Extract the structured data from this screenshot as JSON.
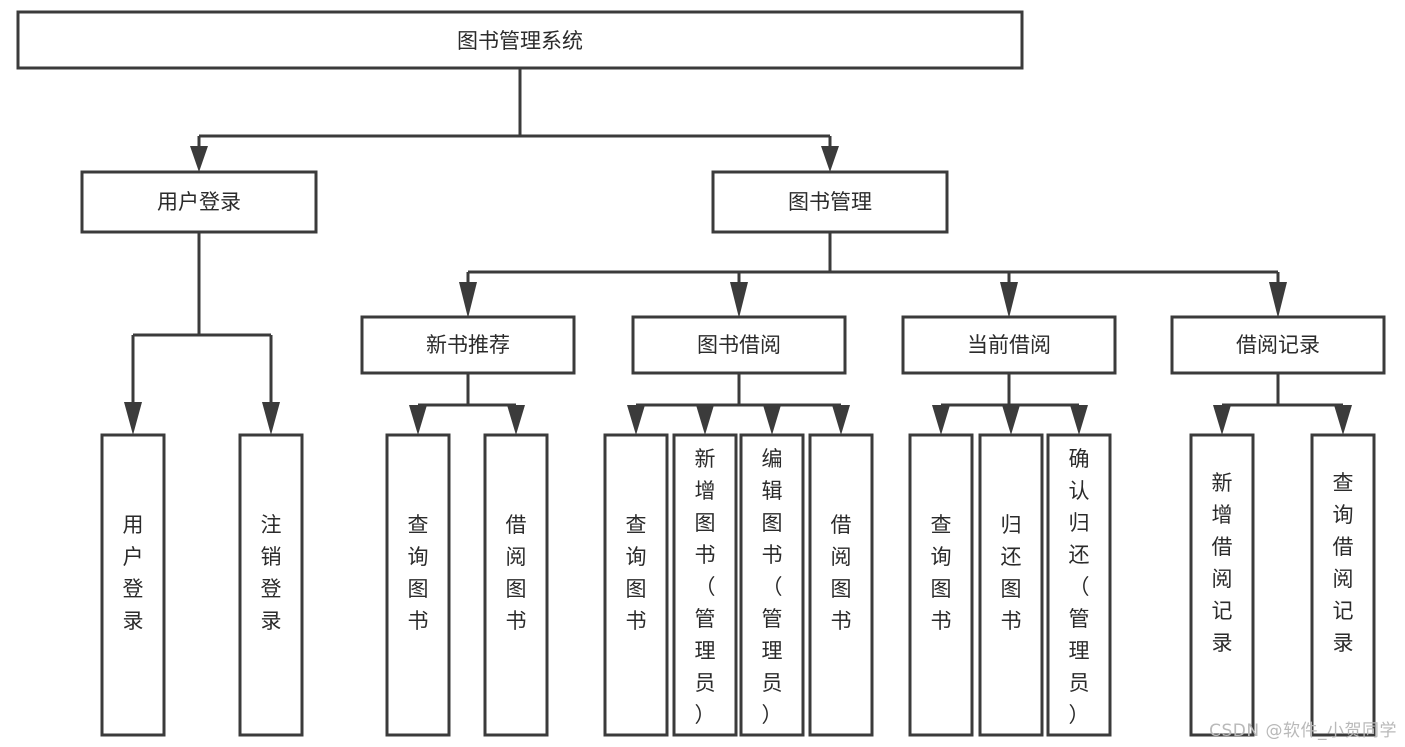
{
  "diagram": {
    "title": "图书管理系统",
    "type": "tree",
    "orientation": "top-down",
    "watermark": "CSDN @软件_小贺同学",
    "colors": {
      "stroke": "#3b3b3b",
      "fill": "#ffffff",
      "text": "#2b2b2b",
      "background": "#ffffff",
      "watermark": "#b9b9b9"
    },
    "root": {
      "id": "root",
      "label": "图书管理系统"
    },
    "level2": [
      {
        "id": "user-login",
        "label": "用户登录"
      },
      {
        "id": "book-manage",
        "label": "图书管理"
      }
    ],
    "level3": [
      {
        "id": "new-book-recommend",
        "label": "新书推荐",
        "parent": "book-manage"
      },
      {
        "id": "book-borrow",
        "label": "图书借阅",
        "parent": "book-manage"
      },
      {
        "id": "current-borrow",
        "label": "当前借阅",
        "parent": "book-manage"
      },
      {
        "id": "borrow-record",
        "label": "借阅记录",
        "parent": "book-manage"
      }
    ],
    "leaves": {
      "user-login": [
        {
          "id": "leaf-user-login",
          "label": "用户登录"
        },
        {
          "id": "leaf-user-logout",
          "label": "注销登录"
        }
      ],
      "new-book-recommend": [
        {
          "id": "leaf-query-book-1",
          "label": "查询图书"
        },
        {
          "id": "leaf-borrow-book-1",
          "label": "借阅图书"
        }
      ],
      "book-borrow": [
        {
          "id": "leaf-query-book-2",
          "label": "查询图书"
        },
        {
          "id": "leaf-add-book",
          "label": "新增图书（管理员）"
        },
        {
          "id": "leaf-edit-book",
          "label": "编辑图书（管理员）"
        },
        {
          "id": "leaf-borrow-book-2",
          "label": "借阅图书"
        }
      ],
      "current-borrow": [
        {
          "id": "leaf-query-book-3",
          "label": "查询图书"
        },
        {
          "id": "leaf-return-book",
          "label": "归还图书"
        },
        {
          "id": "leaf-confirm-return",
          "label": "确认归还（管理员）"
        }
      ],
      "borrow-record": [
        {
          "id": "leaf-add-record",
          "label": "新增借阅记录"
        },
        {
          "id": "leaf-query-record",
          "label": "查询借阅记录"
        }
      ]
    }
  }
}
